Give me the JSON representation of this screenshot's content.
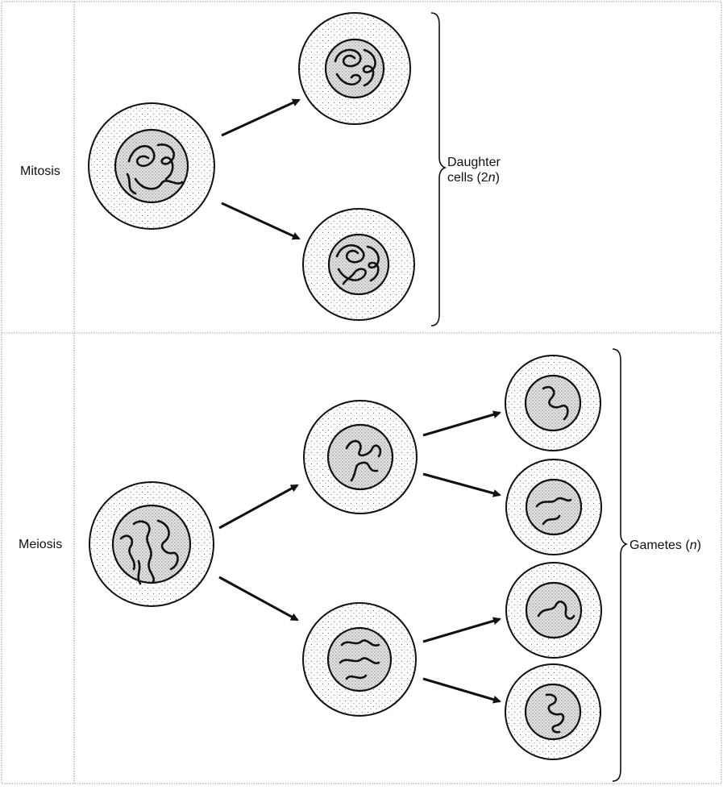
{
  "sections": [
    {
      "label": "Mitosis",
      "result_label_line1": "Daughter",
      "result_label_line2_prefix": "cells (2",
      "result_label_line2_var": "n",
      "result_label_line2_suffix": ")"
    },
    {
      "label": "Meiosis",
      "result_label_prefix": "Gametes (",
      "result_label_var": "n",
      "result_label_suffix": ")"
    }
  ],
  "colors": {
    "line": "#111111",
    "cytoplasm_dots": "#6f6f6f",
    "nucleus_fill": "#d9d9d9",
    "frame": "#9a9a9a"
  }
}
